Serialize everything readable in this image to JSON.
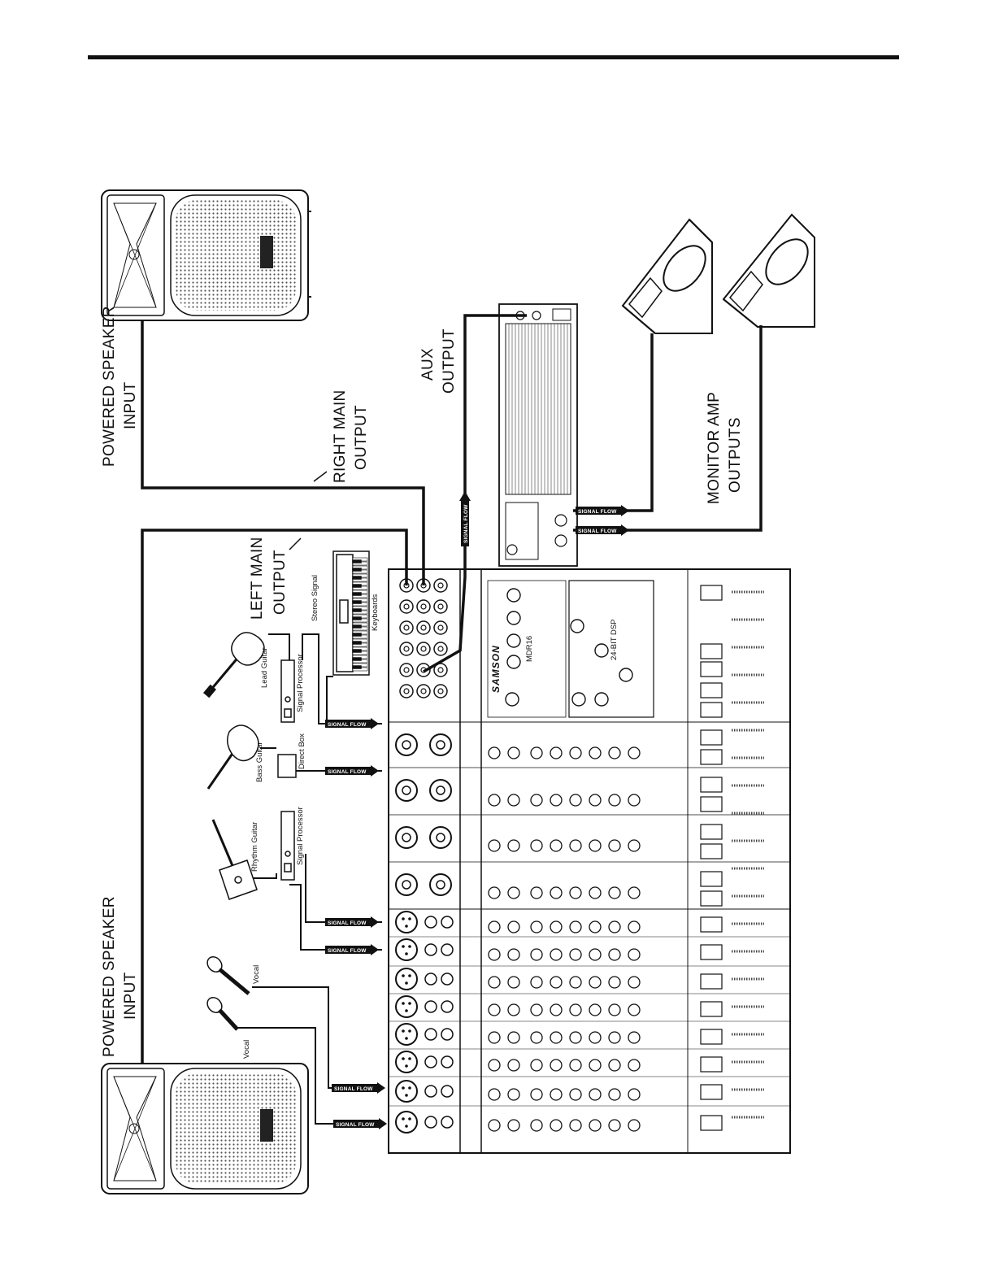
{
  "speakers": {
    "top_label": [
      "POWERED SPEAKER",
      "INPUT"
    ],
    "bottom_label": [
      "POWERED SPEAKER",
      "INPUT"
    ]
  },
  "outputs": {
    "right_main": [
      "RIGHT MAIN",
      "OUTPUT"
    ],
    "left_main": [
      "LEFT MAIN",
      "OUTPUT"
    ],
    "aux": [
      "AUX",
      "OUTPUT"
    ],
    "monitor_amp": [
      "MONITOR AMP",
      "OUTPUTS"
    ]
  },
  "sources": {
    "lead_guitar": "Lead Guitar",
    "bass_guitar": "Bass Guitar",
    "rhythm_guitar": "Rhythm Guitar",
    "vocal_1": "Vocal",
    "vocal_2": "Vocal",
    "keyboards": "Keyboards",
    "stereo_signal": "Stereo Signal",
    "signal_processor_1": "Signal Processor",
    "signal_processor_2": "Signal Processor",
    "direct_box": "Direct Box"
  },
  "signal_flow": "SIGNAL FLOW",
  "mixer": {
    "brand": "SAMSON",
    "model": "MDR16",
    "dsp": "24-BIT DSP"
  }
}
